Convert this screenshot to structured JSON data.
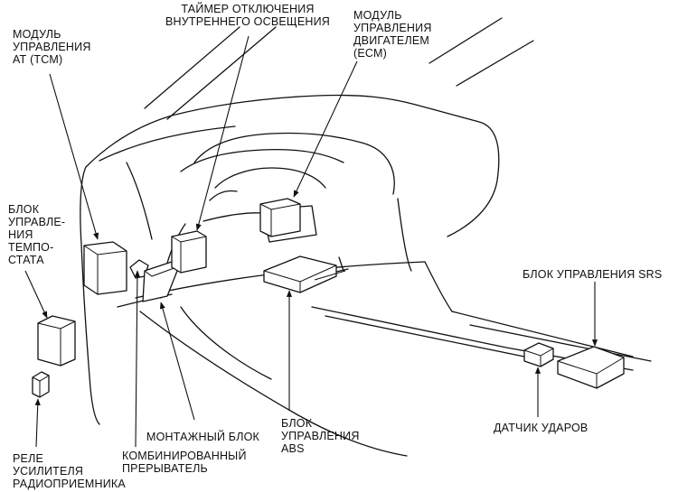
{
  "labels": {
    "tcm": "МОДУЛЬ\nУПРАВЛЕНИЯ\nАТ (ТСМ)",
    "light_timer": "ТАЙМЕР ОТКЛЮЧЕНИЯ\nВНУТРЕННЕГО ОСВЕЩЕНИЯ",
    "ecm": "МОДУЛЬ\nУПРАВЛЕНИЯ\nДВИГАТЕЛЕМ\n(ЕСМ)",
    "cruise": "БЛОК\nУПРАВЛЕ-\nНИЯ\nТЕМПО-\nСТАТА",
    "srs": "БЛОК УПРАВЛЕНИЯ SRS",
    "impact_sensor": "ДАТЧИК УДАРОВ",
    "fuse_box": "МОНТАЖНЫЙ БЛОК",
    "abs": "БЛОК\nУПРАВЛЕНИЯ\nABS",
    "combo_switch": "КОМБИНИРОВАННЫЙ\nПРЕРЫВАТЕЛЬ",
    "radio_relay": "РЕЛЕ\nУСИЛИТЕЛЯ\nРАДИОПРИЕМНИКА"
  }
}
